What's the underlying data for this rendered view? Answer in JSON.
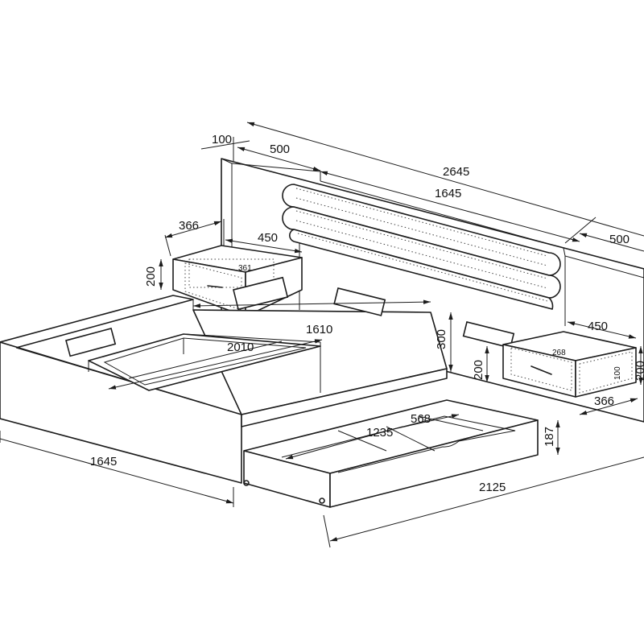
{
  "dimensions": {
    "top_100": "100",
    "top_500_left": "500",
    "total_2645": "2645",
    "head_1645": "1645",
    "top_500_right": "500",
    "nl_depth_366": "366",
    "nl_width_450": "450",
    "nl_height_200": "200",
    "nl_drawer_361": "361",
    "inner_1610": "1610",
    "inner_2010": "2010",
    "foot_300": "300",
    "nr_width_450": "450",
    "nr_height_200": "200",
    "nr_drawer_268": "268",
    "nr_drawer_100": "100",
    "nr_right_200": "200",
    "nr_depth_366": "366",
    "drawer_1235": "1235",
    "drawer_568": "568",
    "drawer_187": "187",
    "bed_width_1645": "1645",
    "bed_length_2125": "2125"
  }
}
